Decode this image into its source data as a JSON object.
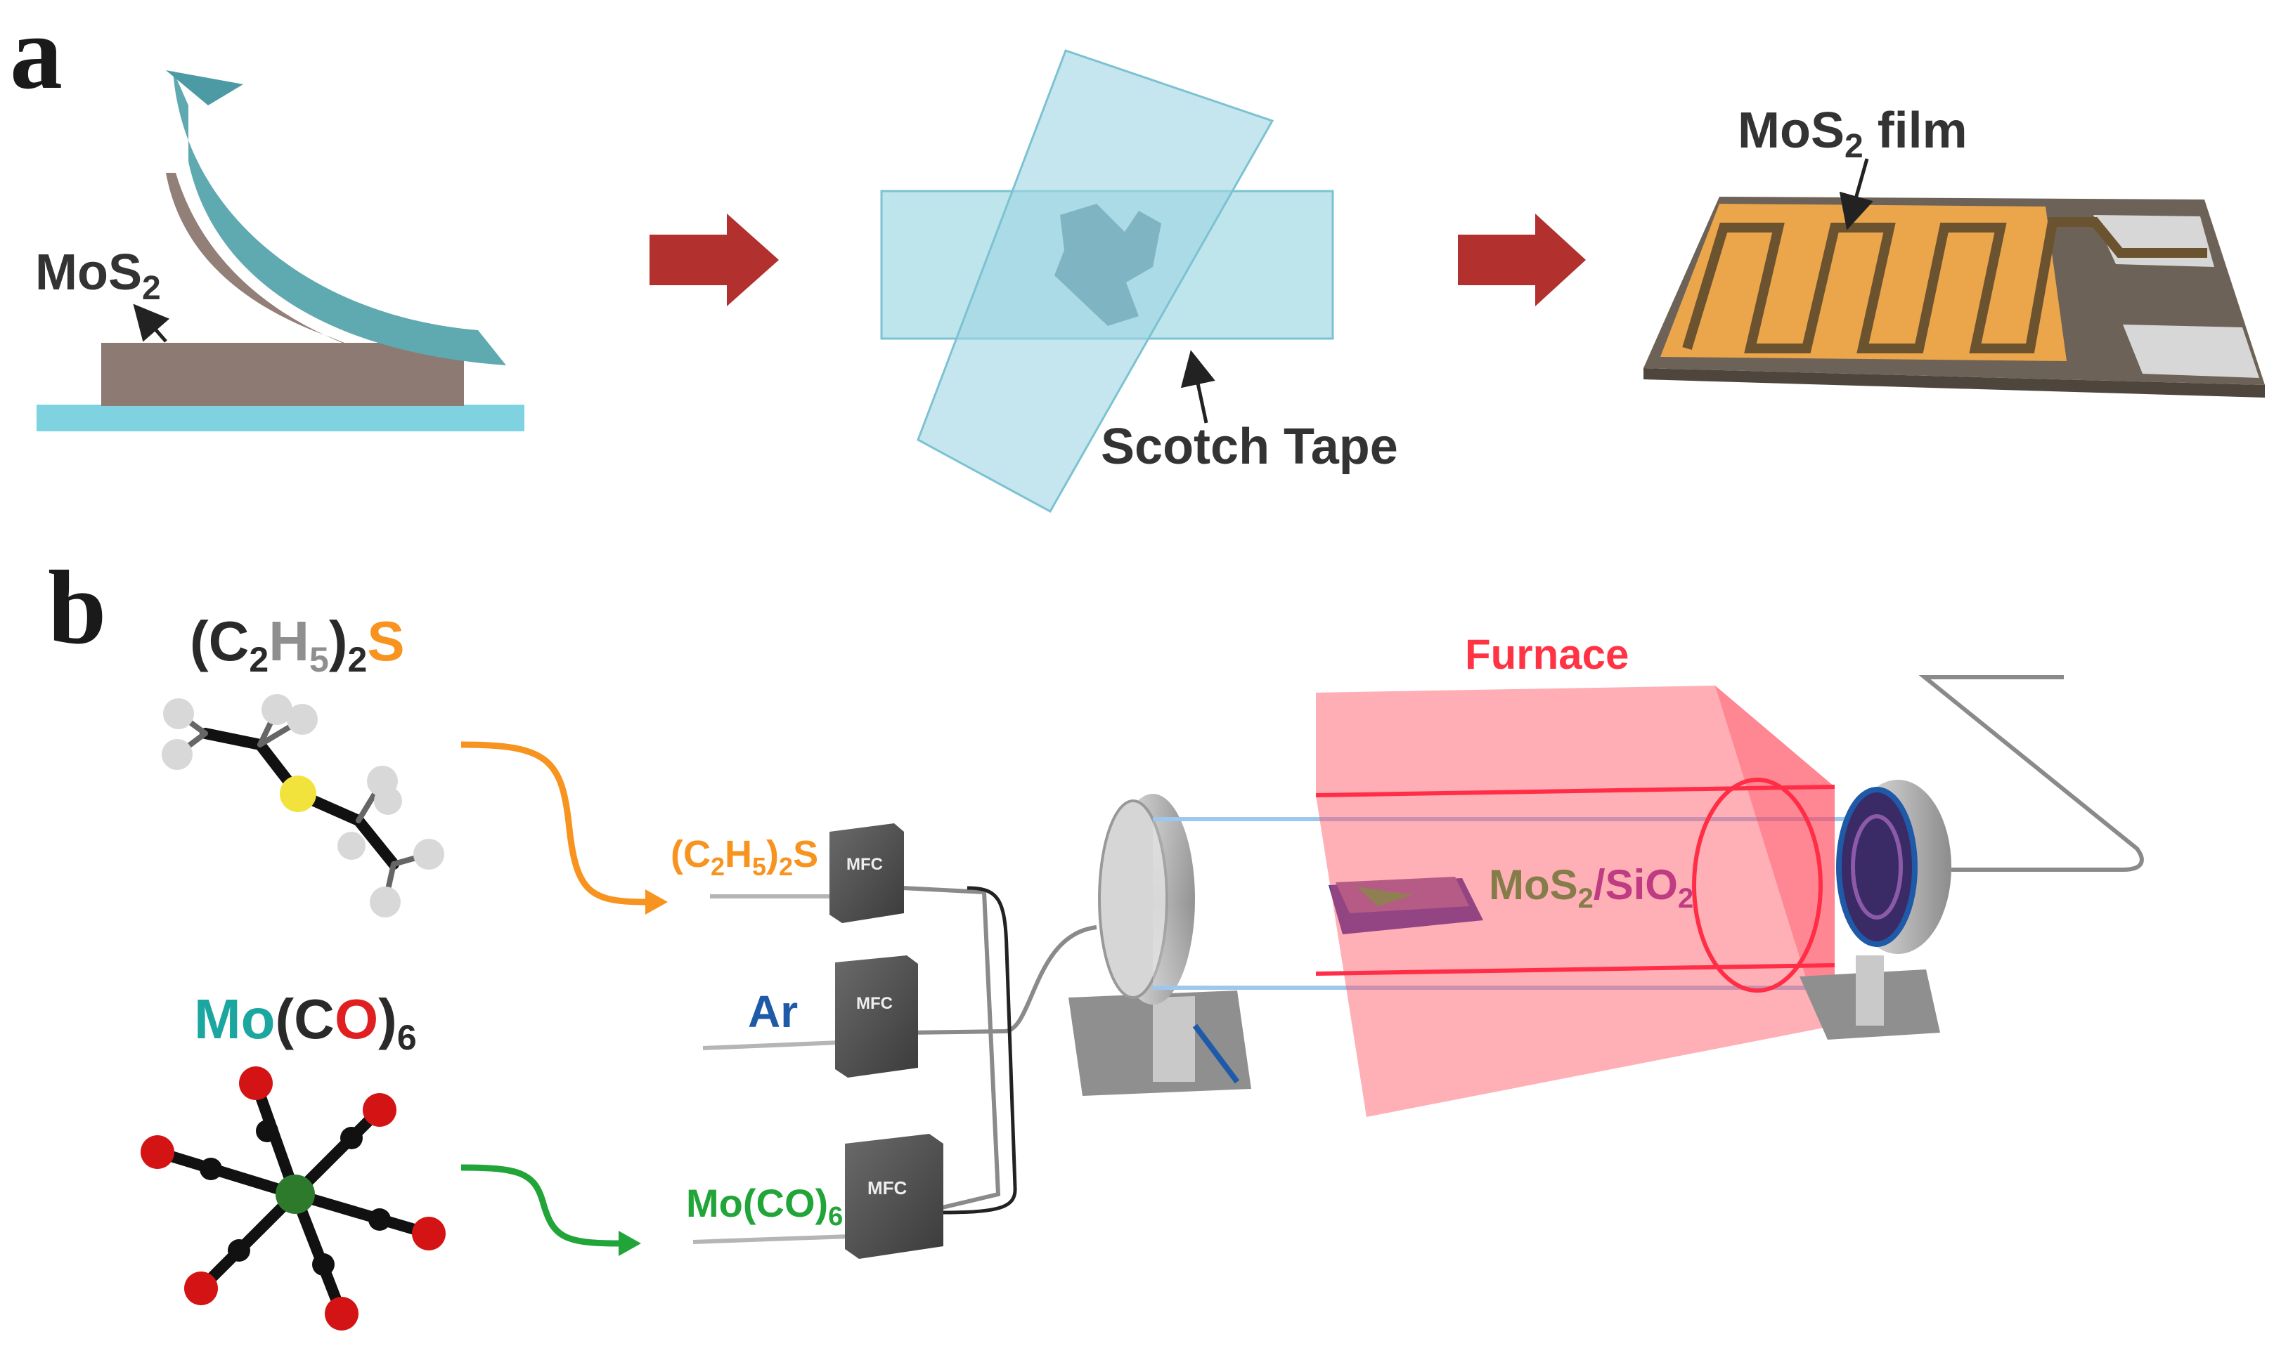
{
  "panel_a": {
    "letter": "a",
    "mos2_label": {
      "main": "MoS",
      "sub": "2"
    },
    "scotch_tape_label": "Scotch Tape",
    "film_label": {
      "pre": "MoS",
      "sub": "2",
      "post": " film"
    }
  },
  "panel_b": {
    "letter": "b",
    "diethyl_sulfide_label": {
      "a": "(C",
      "a_sub": "2",
      "b": "H",
      "b_sub": "5",
      "c": ")",
      "c_sub": "2",
      "d": "S"
    },
    "mo_co6_label": {
      "a": "Mo",
      "b": "(C",
      "c": "O",
      "d": ")",
      "d_sub": "6"
    },
    "line_labels": {
      "diethyl_sulfide": {
        "a": "(C",
        "a_sub": "2",
        "b": "H",
        "b_sub": "5",
        "c": ")",
        "c_sub": "2",
        "d": "S"
      },
      "argon": "Ar",
      "mo_co6": {
        "a": "Mo(CO)",
        "a_sub": "6"
      }
    },
    "mfc_label": "MFC",
    "furnace_label": "Furnace",
    "substrate_label": {
      "a": "MoS",
      "a_sub": "2",
      "b": "/SiO",
      "b_sub": "2"
    }
  },
  "colors": {
    "arrow_red": "#b2302e",
    "tape_blue": "#a8dbe6",
    "substrate_cyan": "#7fd3e1",
    "mos2_brown": "#8d7a72",
    "electrode_orange": "#eba54a",
    "furnace_red": "#ff4d5e",
    "sulfur_orange": "#f7931e",
    "argon_blue": "#1f5aa8",
    "moco_green": "#21a539",
    "mo_teal": "#1ba7a0",
    "oxygen_red": "#e02020",
    "sio2_purple": "#8b2fa0"
  },
  "icons": [
    "curved-arrow-icon",
    "mfc-box-icon",
    "molecule-model-icon"
  ]
}
